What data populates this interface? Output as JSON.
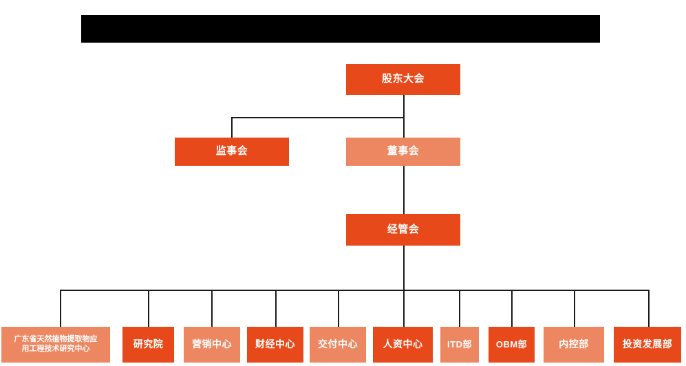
{
  "header": {
    "redacted_bar": true,
    "title": ""
  },
  "colors": {
    "accent_dark": "#E8491A",
    "accent_light": "#ED8761",
    "connector": "#1a1a1a",
    "background": "#ffffff",
    "redaction": "#000000",
    "text": "#ffffff"
  },
  "chart_data": {
    "type": "diagram",
    "subtype": "org-chart",
    "title": "",
    "levels": [
      {
        "level": 1,
        "nodes": [
          {
            "id": "shareholders",
            "label": "股东大会",
            "shade": "dark"
          }
        ]
      },
      {
        "level": 2,
        "nodes": [
          {
            "id": "supervisors",
            "label": "监事会",
            "shade": "dark"
          },
          {
            "id": "directors",
            "label": "董事会",
            "shade": "light"
          }
        ]
      },
      {
        "level": 3,
        "nodes": [
          {
            "id": "management",
            "label": "经管会",
            "shade": "dark"
          }
        ]
      },
      {
        "level": 4,
        "nodes": [
          {
            "id": "gd-research-center",
            "label": "广东省天然植物提取物应用工程技术研究中心",
            "line1": "广东省天然植物提取物应",
            "line2": "用工程技术研究中心",
            "shade": "light"
          },
          {
            "id": "research-institute",
            "label": "研究院",
            "shade": "dark"
          },
          {
            "id": "marketing-center",
            "label": "营销中心",
            "shade": "light"
          },
          {
            "id": "finance-center",
            "label": "财经中心",
            "shade": "dark"
          },
          {
            "id": "delivery-center",
            "label": "交付中心",
            "shade": "light"
          },
          {
            "id": "hr-center",
            "label": "人资中心",
            "shade": "dark"
          },
          {
            "id": "itd-dept",
            "label": "ITD部",
            "shade": "light"
          },
          {
            "id": "obm-dept",
            "label": "OBM部",
            "shade": "dark"
          },
          {
            "id": "internal-control-dept",
            "label": "内控部",
            "shade": "light"
          },
          {
            "id": "investment-dev-dept",
            "label": "投资发展部",
            "shade": "dark"
          }
        ]
      }
    ],
    "edges": [
      {
        "from": "shareholders",
        "to": "supervisors"
      },
      {
        "from": "shareholders",
        "to": "directors"
      },
      {
        "from": "directors",
        "to": "management"
      },
      {
        "from": "management",
        "to": "gd-research-center"
      },
      {
        "from": "management",
        "to": "research-institute"
      },
      {
        "from": "management",
        "to": "marketing-center"
      },
      {
        "from": "management",
        "to": "finance-center"
      },
      {
        "from": "management",
        "to": "delivery-center"
      },
      {
        "from": "management",
        "to": "hr-center"
      },
      {
        "from": "management",
        "to": "itd-dept"
      },
      {
        "from": "management",
        "to": "obm-dept"
      },
      {
        "from": "management",
        "to": "internal-control-dept"
      },
      {
        "from": "management",
        "to": "investment-dev-dept"
      }
    ]
  }
}
